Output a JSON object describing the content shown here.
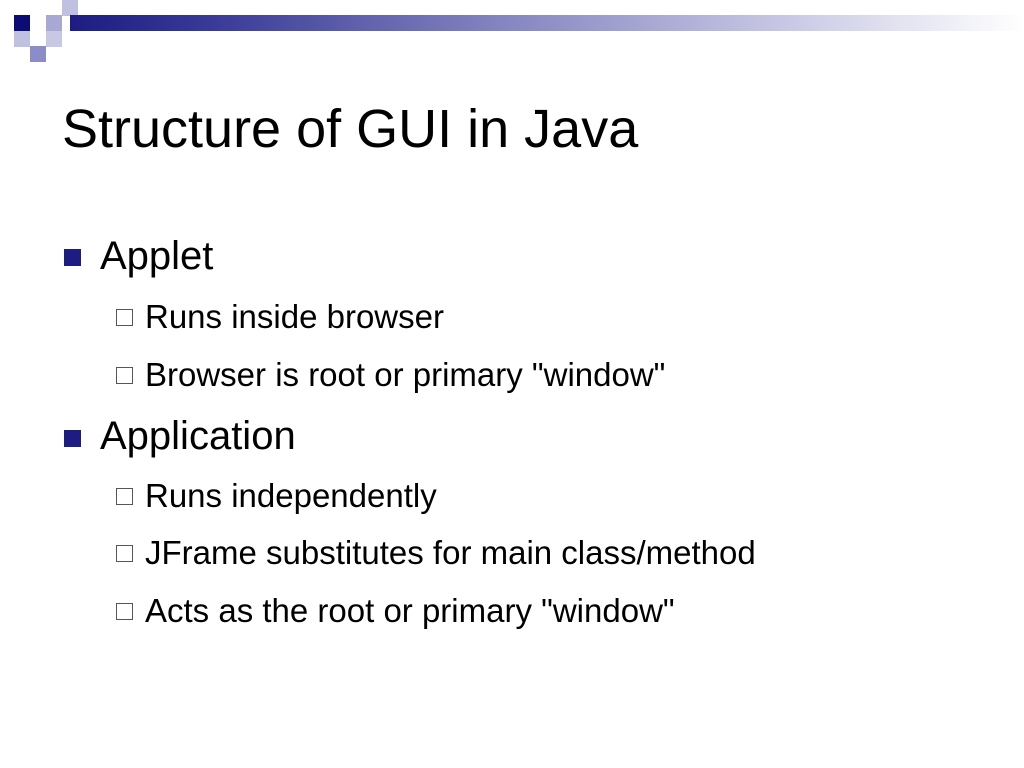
{
  "slide": {
    "title": "Structure of GUI in Java",
    "bullets": [
      {
        "label": "Applet",
        "subitems": [
          "Runs inside browser",
          "Browser is root or primary \"window\""
        ]
      },
      {
        "label": "Application",
        "subitems": [
          "Runs independently",
          "JFrame substitutes for main class/method",
          "Acts as the root or primary \"window\""
        ]
      }
    ]
  },
  "colors": {
    "accent": "#1c1c82",
    "text": "#000000",
    "background": "#ffffff",
    "sub_bullet_outline": "#555555"
  },
  "icons": {
    "level1_bullet": "filled-square",
    "level2_bullet": "hollow-square"
  }
}
